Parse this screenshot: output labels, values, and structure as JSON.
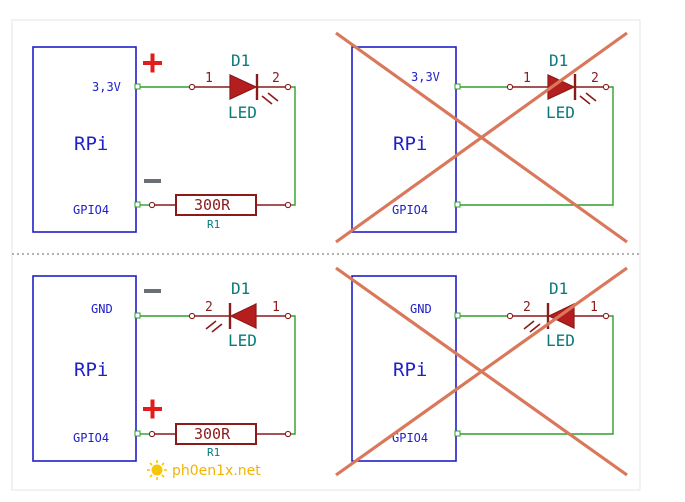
{
  "panels": [
    {
      "id": "top-left",
      "pin_top": "3,3V",
      "pin_bottom": "GPIO4",
      "board": "RPi",
      "diode": {
        "ref": "D1",
        "value": "LED",
        "pin_left": "1",
        "pin_right": "2",
        "direction": "right"
      },
      "resistor": {
        "value": "300R",
        "ref": "R1"
      },
      "sign_top": "+",
      "sign_bottom": "−",
      "crossed": false
    },
    {
      "id": "top-right",
      "pin_top": "3,3V",
      "pin_bottom": "GPIO4",
      "board": "RPi",
      "diode": {
        "ref": "D1",
        "value": "LED",
        "pin_left": "1",
        "pin_right": "2",
        "direction": "right"
      },
      "resistor": null,
      "crossed": true
    },
    {
      "id": "bottom-left",
      "pin_top": "GND",
      "pin_bottom": "GPIO4",
      "board": "RPi",
      "diode": {
        "ref": "D1",
        "value": "LED",
        "pin_left": "2",
        "pin_right": "1",
        "direction": "left"
      },
      "resistor": {
        "value": "300R",
        "ref": "R1"
      },
      "sign_top": "−",
      "sign_bottom": "+",
      "crossed": false
    },
    {
      "id": "bottom-right",
      "pin_top": "GND",
      "pin_bottom": "GPIO4",
      "board": "RPi",
      "diode": {
        "ref": "D1",
        "value": "LED",
        "pin_left": "2",
        "pin_right": "1",
        "direction": "left"
      },
      "resistor": null,
      "crossed": true
    }
  ],
  "watermark": "ph0en1x.net",
  "colors": {
    "board": "#2020c8",
    "wire": "#2ea02e",
    "component": "#8b1a1a",
    "label": "#0a7a7a",
    "cross": "#d9785a",
    "plus": "#e21c1c",
    "minus": "#6a6f75"
  }
}
